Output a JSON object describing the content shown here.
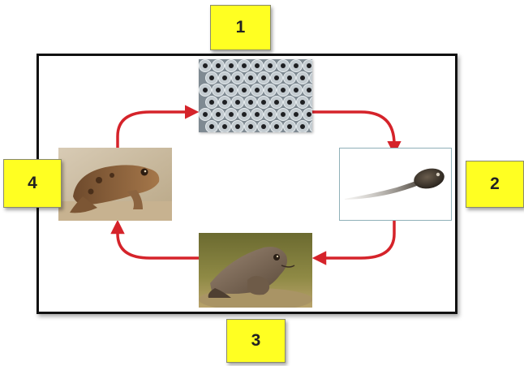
{
  "labels": {
    "top": "1",
    "right": "2",
    "bottom": "3",
    "left": "4"
  },
  "colors": {
    "arrow": "#d5232a",
    "label_fill": "#ffff22",
    "frame": "#111111"
  },
  "stages": [
    "frog-spawn-photo",
    "tadpole-photo",
    "young-frog-photo",
    "adult-frog-photo"
  ]
}
